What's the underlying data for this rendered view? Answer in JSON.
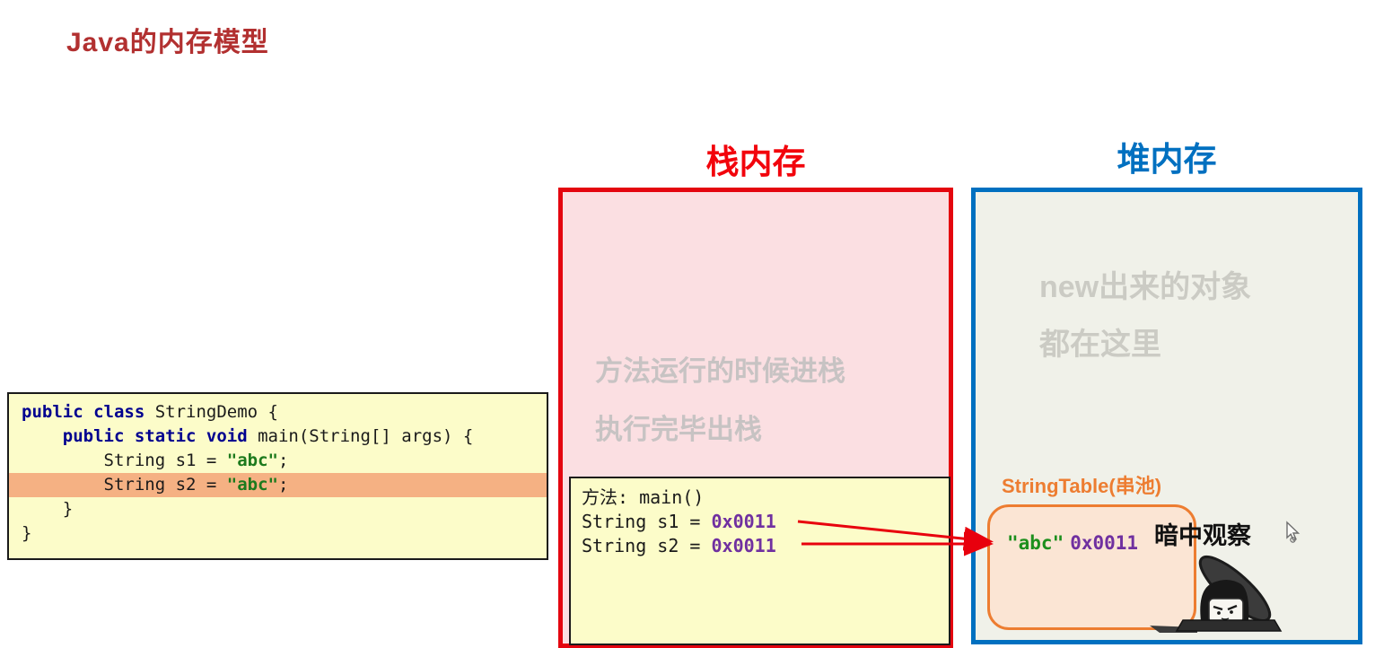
{
  "title": "Java的内存模型",
  "colors": {
    "title_dark_red": "#b23030",
    "stack_red": "#e4050f",
    "heap_blue": "#0070c0",
    "stringtable_orange": "#ed7d31",
    "address_purple": "#7030a0",
    "string_green": "#1d7a1d",
    "keyword_navy": "#00008f",
    "highlight_row": "#f5b183",
    "code_bg_yellow": "#fcfcc9",
    "stack_bg_pink": "#fbdfe2",
    "heap_bg_gray": "#f0f1e9",
    "watermark_gray": "#c7c3c3"
  },
  "code": {
    "l1_kw": "public class",
    "l1_rest": " StringDemo {",
    "l2_indent": "    ",
    "l2_kw": "public static void",
    "l2_rest": " main(String[] args) {",
    "l3_plain": "        String s1 = ",
    "l3_str": "\"abc\"",
    "l3_end": ";",
    "l4_plain": "        String s2 = ",
    "l4_str": "\"abc\"",
    "l4_end": ";",
    "l5": "    }",
    "l6": "}"
  },
  "stack": {
    "title": "栈内存",
    "watermark1": "方法运行的时候进栈",
    "watermark2": "执行完毕出栈",
    "frame": {
      "method": "方法: main()",
      "s1_label": "String s1 = ",
      "s1_value": "0x0011",
      "s2_label": "String s2 = ",
      "s2_value": "0x0011"
    }
  },
  "heap": {
    "title": "堆内存",
    "watermark1": "new出来的对象",
    "watermark2": "都在这里",
    "stringtable": {
      "label": "StringTable(串池)",
      "value_str": "\"abc\"",
      "value_addr": "0x0011"
    },
    "observe_label": "暗中观察"
  },
  "icons": {
    "arrows": "red-pointer-arrows-s1-s2-to-stringtable",
    "observer_meme": "peeking-straw-hat-figure-meme",
    "mouse_cursor": "arrow-pointer"
  }
}
